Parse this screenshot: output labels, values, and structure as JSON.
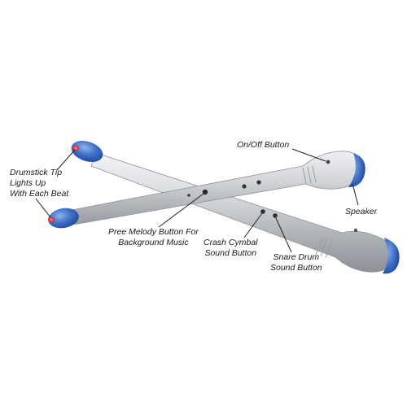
{
  "labels": {
    "tip": [
      "Drumstick Tip",
      "Lights Up",
      "With Each Beat"
    ],
    "onoff": "On/Off Button",
    "speaker": "Speaker",
    "melody": [
      "Pree Melody Button For",
      "Background Music"
    ],
    "crash": [
      "Crash Cymbal",
      "Sound Button"
    ],
    "snare": [
      "Snare Drum",
      "Sound Button"
    ]
  },
  "colors": {
    "background": "#ffffff",
    "stick_body": "#c4c6ca",
    "tip_cap": "#3a6fc4",
    "tip_light": "#e03a3a",
    "pointer_line": "#222222"
  },
  "icons": {
    "tip": "led-tip-icon",
    "button": "round-button-icon",
    "speaker": "speaker-grille-icon"
  }
}
